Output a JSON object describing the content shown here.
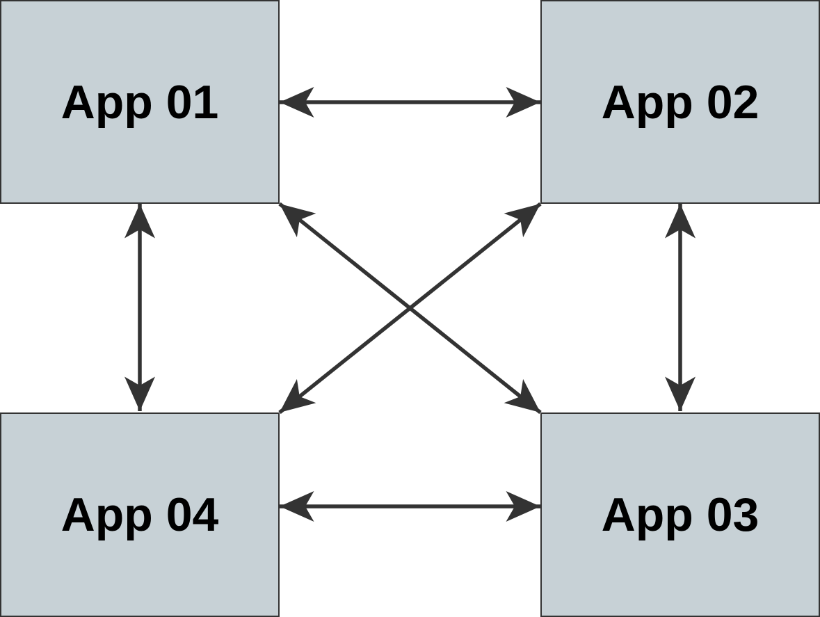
{
  "diagram": {
    "type": "network",
    "nodes": [
      {
        "id": "app01",
        "label": "App 01",
        "position": "top-left"
      },
      {
        "id": "app02",
        "label": "App 02",
        "position": "top-right"
      },
      {
        "id": "app03",
        "label": "App 03",
        "position": "bottom-right"
      },
      {
        "id": "app04",
        "label": "App 04",
        "position": "bottom-left"
      }
    ],
    "edges": [
      {
        "from": "app01",
        "to": "app02",
        "bidirectional": true
      },
      {
        "from": "app04",
        "to": "app03",
        "bidirectional": true
      },
      {
        "from": "app01",
        "to": "app04",
        "bidirectional": true
      },
      {
        "from": "app02",
        "to": "app03",
        "bidirectional": true
      },
      {
        "from": "app01",
        "to": "app03",
        "bidirectional": true
      },
      {
        "from": "app02",
        "to": "app04",
        "bidirectional": true
      }
    ],
    "colors": {
      "background": "#ffffff",
      "node_fill": "#c7d1d6",
      "node_border": "#333333",
      "arrow": "#333333",
      "text": "#000000"
    }
  }
}
